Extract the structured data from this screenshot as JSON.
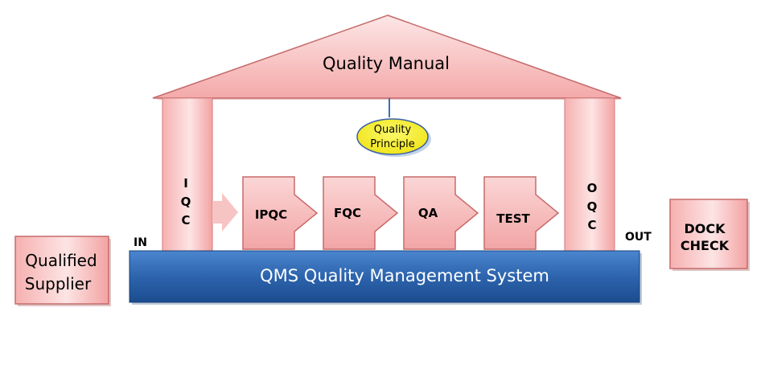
{
  "roof": {
    "label": "Quality Manual"
  },
  "principle": {
    "line1": "Quality",
    "line2": "Principle"
  },
  "left_pillar": {
    "letters": [
      "I",
      "Q",
      "C"
    ]
  },
  "right_pillar": {
    "letters": [
      "O",
      "Q",
      "C"
    ]
  },
  "processes": [
    {
      "label": "IPQC"
    },
    {
      "label": "FQC"
    },
    {
      "label": "QA"
    },
    {
      "label": "TEST"
    }
  ],
  "labels": {
    "in": "IN",
    "out": "OUT"
  },
  "foundation": {
    "label": "QMS Quality Management System"
  },
  "supplier": {
    "line1": "Qualified",
    "line2": "Supplier"
  },
  "dock_check": {
    "line1": "DOCK",
    "line2": "CHECK"
  },
  "colors": {
    "pink_light": "#fde3e3",
    "pink_dark": "#f08080",
    "border": "#c45c5c",
    "blue_light": "#3d79c4",
    "blue_dark": "#1a4d92",
    "principle_fill": "#f6f02a"
  }
}
